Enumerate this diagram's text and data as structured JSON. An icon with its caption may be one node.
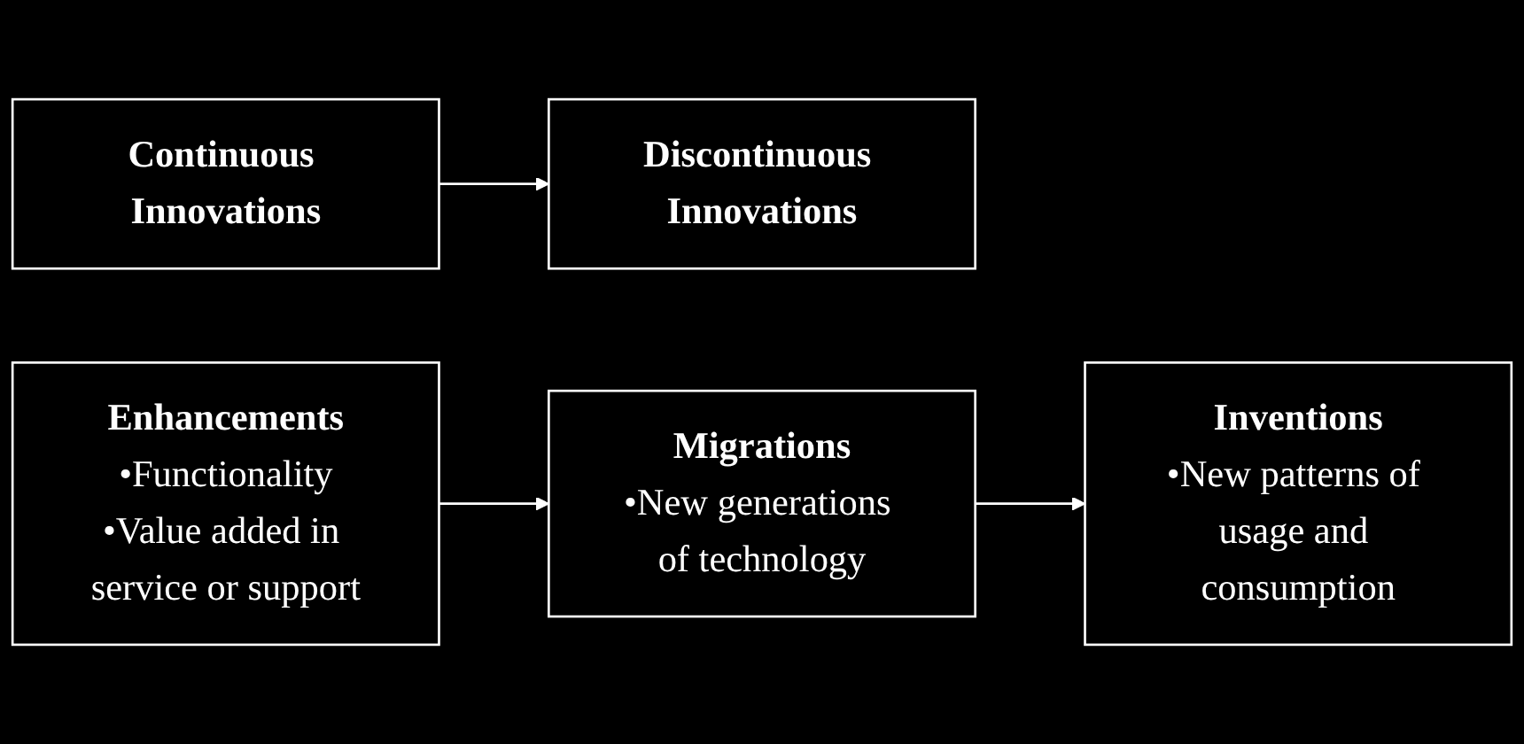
{
  "diagram": {
    "nodes": [
      {
        "text": [
          "Continuous Innovations"
        ]
      },
      {
        "text": [
          "Discontinuous Innovations"
        ]
      },
      {
        "text": [
          "Enhancements",
          "•Functionality",
          "•Value added in service or support"
        ]
      },
      {
        "text": [
          "Migrations",
          "•New generations of technology"
        ]
      },
      {
        "text": [
          "Inventions",
          "•New patterns of usage and consumption"
        ]
      }
    ],
    "edges": [
      {
        "from": 0,
        "to": 1,
        "arrow": "to"
      },
      {
        "from": 2,
        "to": 3,
        "arrow": "to"
      },
      {
        "from": 3,
        "to": 4,
        "arrow": "to"
      }
    ]
  }
}
